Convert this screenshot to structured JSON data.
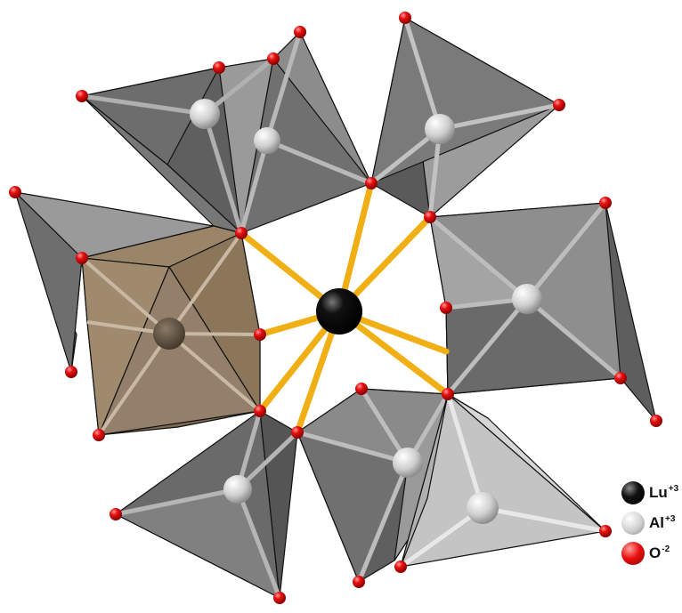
{
  "legend": {
    "items": [
      {
        "label": "Lu",
        "charge": "+3",
        "color": "#0a0a0a",
        "icon": "black-sphere"
      },
      {
        "label": "Al",
        "charge": "+3",
        "color": "#d8d8d8",
        "icon": "gray-sphere"
      },
      {
        "label": "O",
        "charge": "-2",
        "color": "#e01010",
        "icon": "red-sphere"
      }
    ]
  },
  "colors": {
    "bond": "#f0b015",
    "octahedron_gray": "#6e6e6e",
    "tetrahedron_gray": "#8a8a8a",
    "highlight_polyhedron": "#8b7355",
    "edge": "#111111"
  }
}
